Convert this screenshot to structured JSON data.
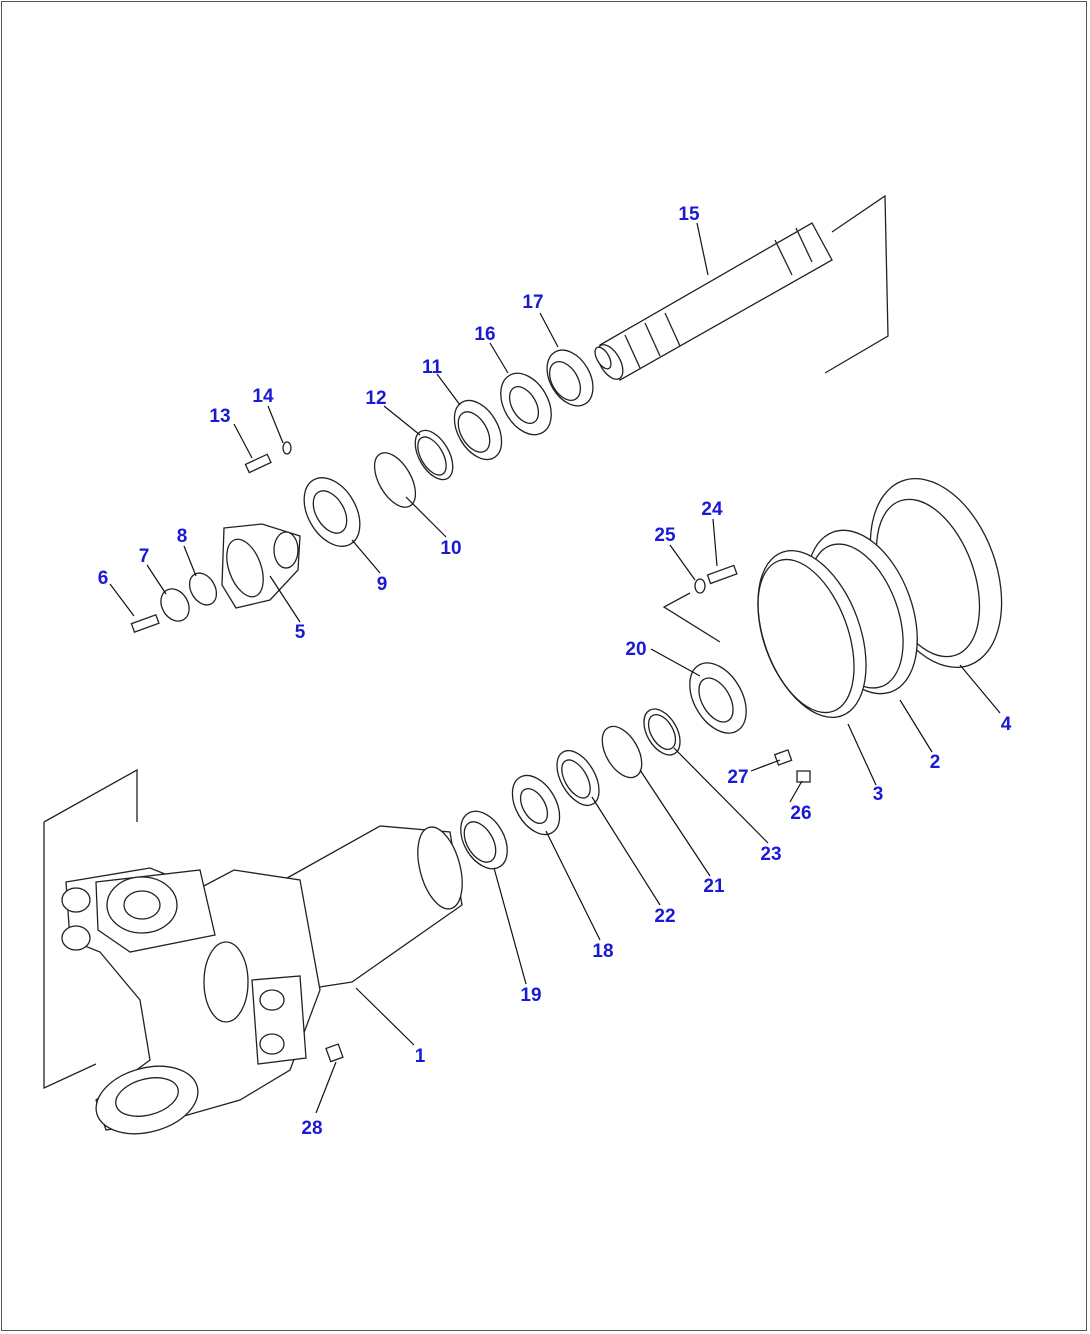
{
  "diagram": {
    "callouts": [
      {
        "id": "1",
        "label": "1"
      },
      {
        "id": "2",
        "label": "2"
      },
      {
        "id": "3",
        "label": "3"
      },
      {
        "id": "4",
        "label": "4"
      },
      {
        "id": "5",
        "label": "5"
      },
      {
        "id": "6",
        "label": "6"
      },
      {
        "id": "7",
        "label": "7"
      },
      {
        "id": "8",
        "label": "8"
      },
      {
        "id": "9",
        "label": "9"
      },
      {
        "id": "10",
        "label": "10"
      },
      {
        "id": "11",
        "label": "11"
      },
      {
        "id": "12",
        "label": "12"
      },
      {
        "id": "13",
        "label": "13"
      },
      {
        "id": "14",
        "label": "14"
      },
      {
        "id": "15",
        "label": "15"
      },
      {
        "id": "16",
        "label": "16"
      },
      {
        "id": "17",
        "label": "17"
      },
      {
        "id": "18",
        "label": "18"
      },
      {
        "id": "19",
        "label": "19"
      },
      {
        "id": "20",
        "label": "20"
      },
      {
        "id": "21",
        "label": "21"
      },
      {
        "id": "22",
        "label": "22"
      },
      {
        "id": "23",
        "label": "23"
      },
      {
        "id": "24",
        "label": "24"
      },
      {
        "id": "25",
        "label": "25"
      },
      {
        "id": "26",
        "label": "26"
      },
      {
        "id": "27",
        "label": "27"
      },
      {
        "id": "28",
        "label": "28"
      }
    ],
    "colors": {
      "callout": "#1a1ad6",
      "line": "#222222",
      "frame": "#555555"
    }
  }
}
